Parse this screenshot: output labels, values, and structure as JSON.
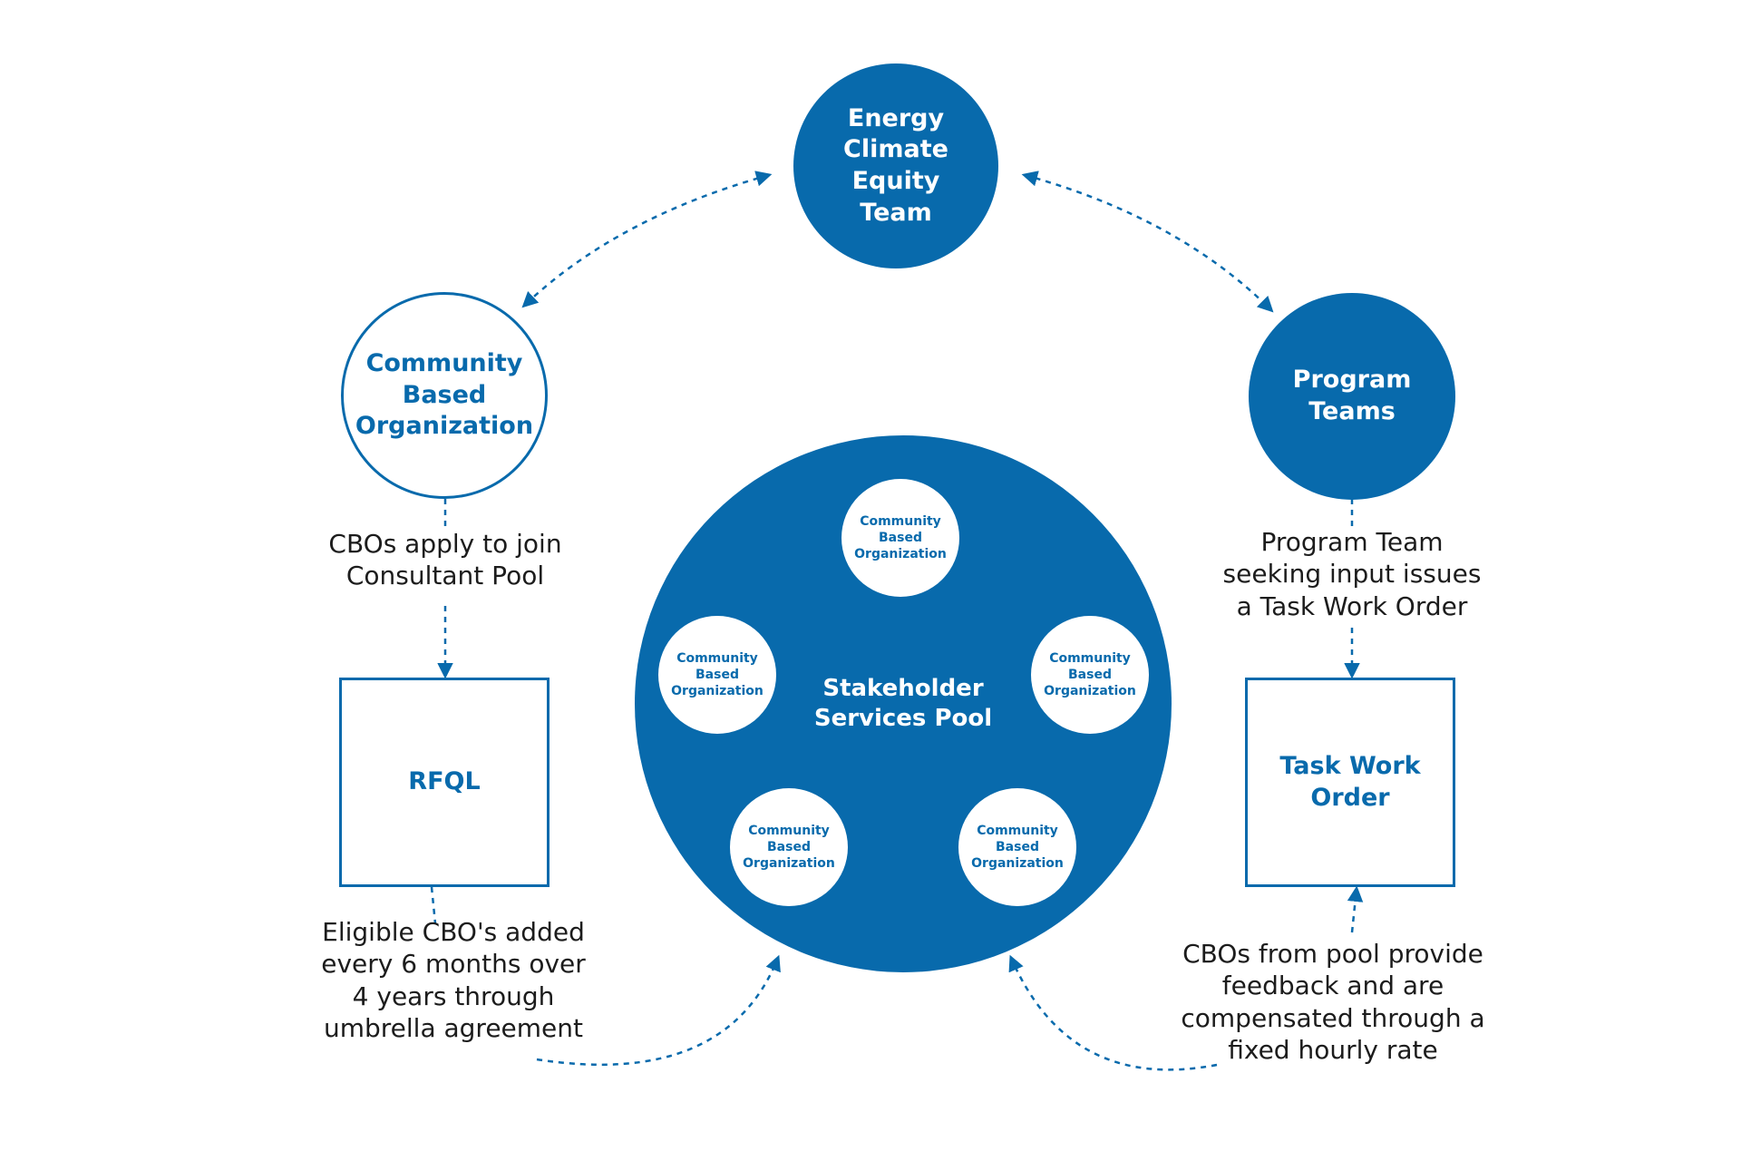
{
  "colors": {
    "primary": "#086aac",
    "text": "#1c1c1c",
    "background": "#ffffff"
  },
  "nodes": {
    "energy_team": "Energy\nClimate\nEquity\nTeam",
    "cbo": "Community\nBased\nOrganization",
    "program_teams": "Program\nTeams",
    "pool": "Stakeholder\nServices Pool",
    "rfql": "RFQL",
    "task_work_order": "Task Work\nOrder"
  },
  "pool_members": [
    "Community\nBased\nOrganization",
    "Community\nBased\nOrganization",
    "Community\nBased\nOrganization",
    "Community\nBased\nOrganization",
    "Community\nBased\nOrganization"
  ],
  "captions": {
    "cbo_apply": "CBOs apply to join\nConsultant Pool",
    "program_issue": "Program Team\nseeking input issues\na Task Work Order",
    "eligible": "Eligible CBO's added\nevery 6 months over\n4 years through\numbrella agreement",
    "feedback": "CBOs from pool provide\nfeedback and are\ncompensated through a\nfixed hourly rate"
  }
}
